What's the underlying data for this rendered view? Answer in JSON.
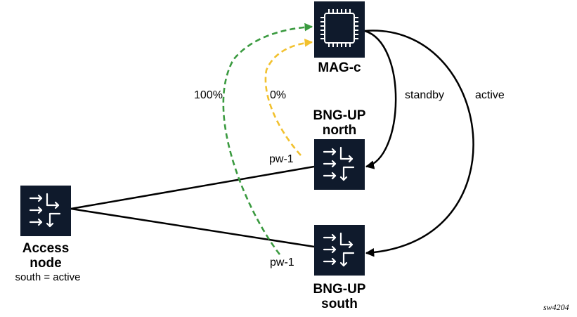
{
  "nodes": {
    "mag_c": {
      "name": "MAG-c",
      "icon": "cpu-chip-icon"
    },
    "bng_north": {
      "name_line1": "BNG-UP",
      "name_line2": "north",
      "icon": "router-arrows-icon"
    },
    "bng_south": {
      "name_line1": "BNG-UP",
      "name_line2": "south",
      "icon": "router-arrows-icon"
    },
    "access": {
      "name_line1": "Access",
      "name_line2": "node",
      "status": "south = active",
      "icon": "router-arrows-icon"
    }
  },
  "links": {
    "standby": "standby",
    "active": "active",
    "pw_north": "pw-1",
    "pw_south": "pw-1",
    "green_pct": "100%",
    "yellow_pct": "0%"
  },
  "colors": {
    "node_fill": "#0f1a2c",
    "green": "#3a9a3f",
    "yellow": "#f2c12e",
    "line": "#000000"
  },
  "reference": "sw4204"
}
